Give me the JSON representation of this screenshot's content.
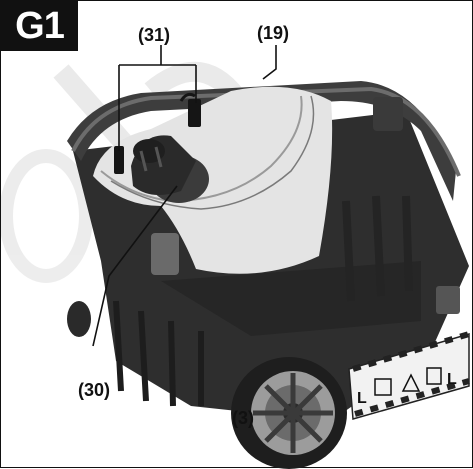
{
  "figure": {
    "id": "G1",
    "callouts": {
      "c31": "(31)",
      "c19": "(19)",
      "c30": "(30)",
      "c3": "(3)"
    }
  },
  "colors": {
    "body": "#2e2e2e",
    "bag": "#e4e4e4",
    "figure_label_bg": "#111111"
  }
}
